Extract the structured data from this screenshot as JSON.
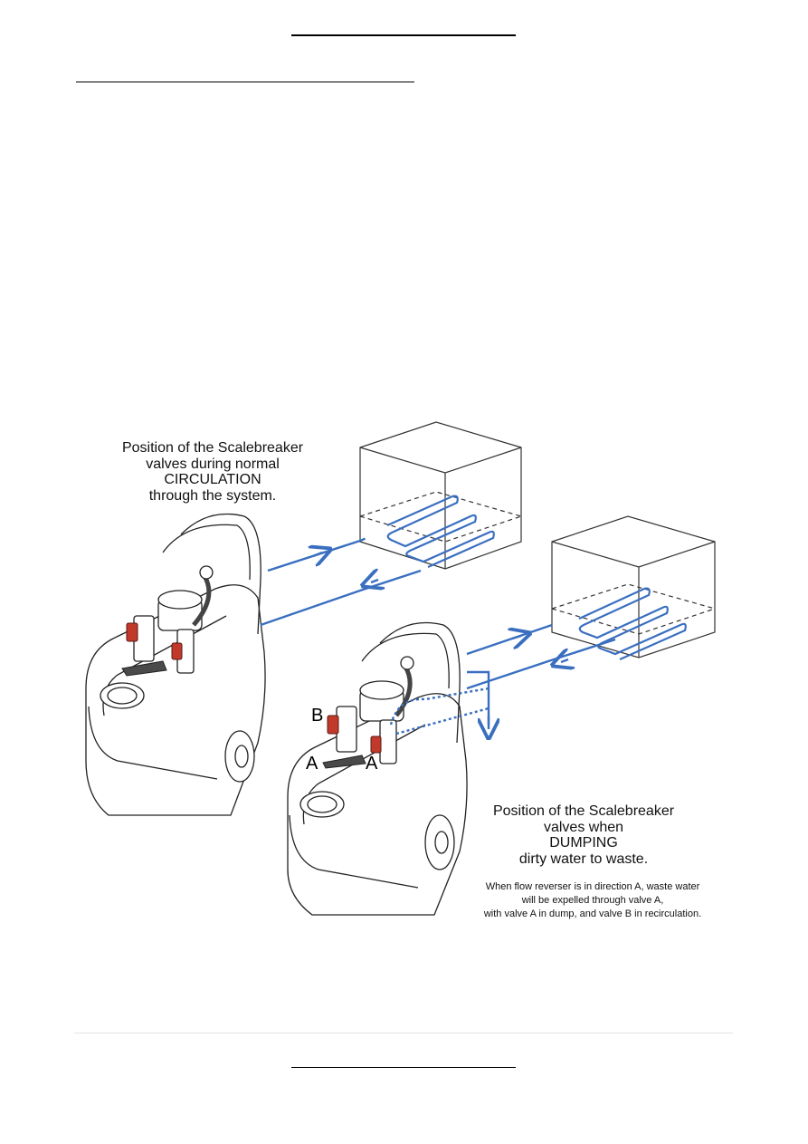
{
  "diagram": {
    "circulation_caption": [
      "Position of the Scalebreaker",
      "valves during normal",
      "CIRCULATION",
      "through the system."
    ],
    "dumping_caption": [
      "Position of the Scalebreaker",
      "valves when",
      "DUMPING",
      "dirty water to waste."
    ],
    "note": [
      "When flow reverser is in direction A, waste water",
      "will be expelled through valve A,",
      "with valve A in dump, and valve B in recirculation."
    ],
    "labels": {
      "valve_b": "B",
      "reverser_a": "A",
      "valve_a": "A"
    },
    "colors": {
      "pipe": "#3a6fc0",
      "valve": "#c0392b",
      "handle": "#4a4a4a"
    }
  }
}
